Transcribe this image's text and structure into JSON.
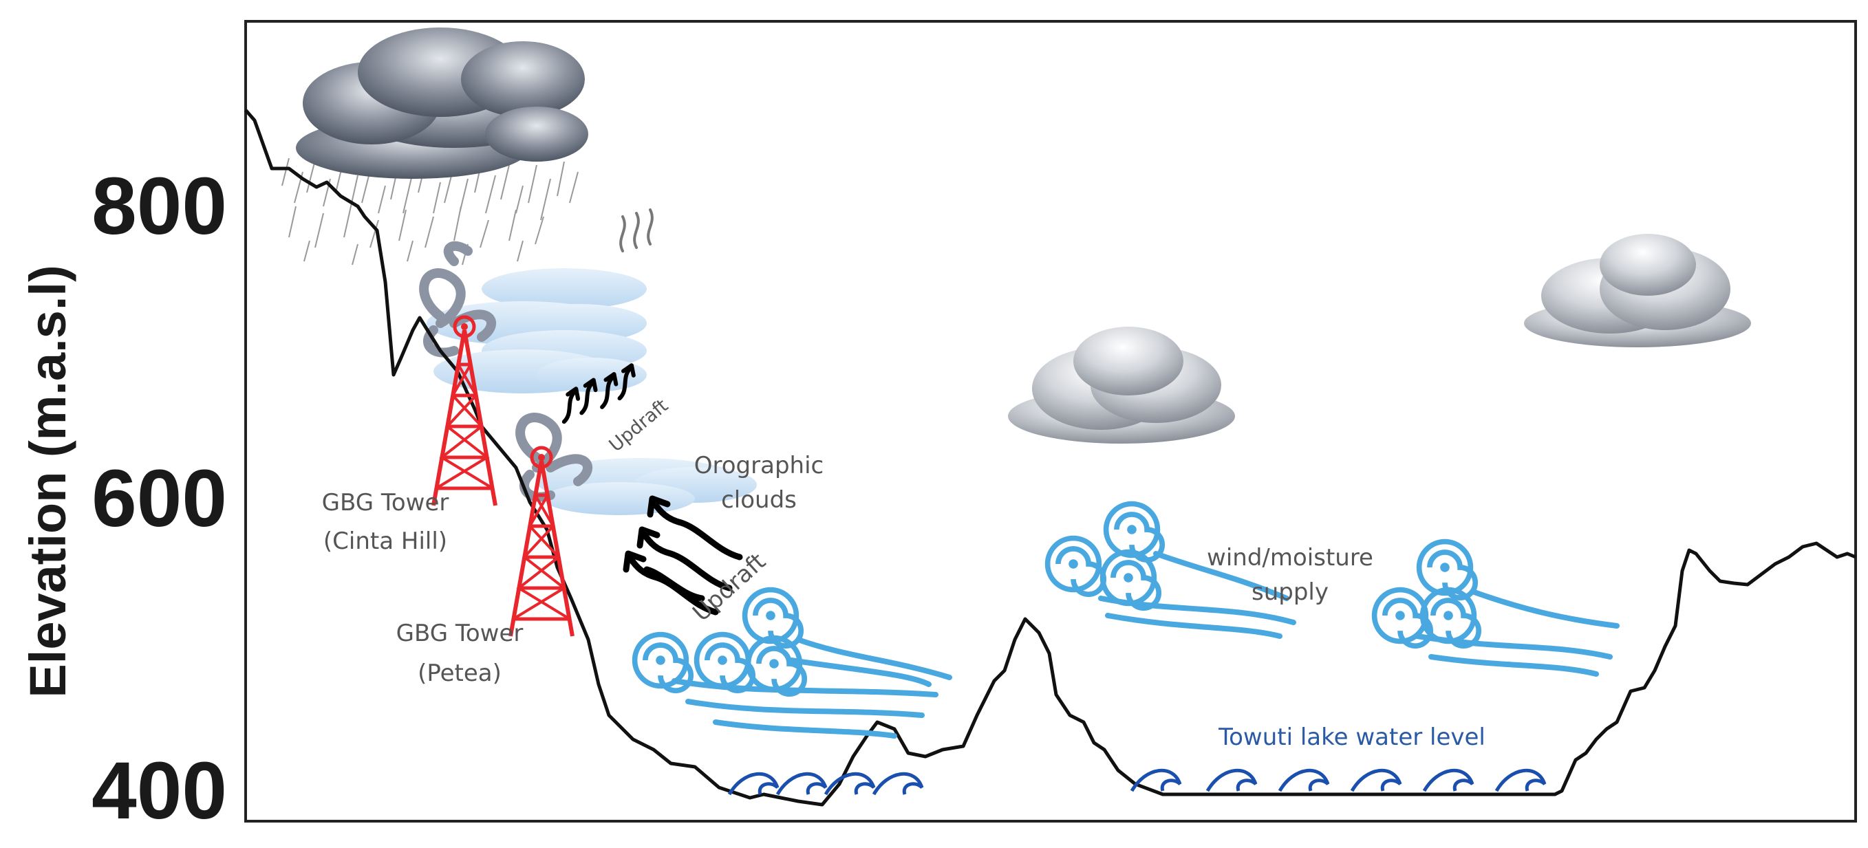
{
  "axis": {
    "ylabel": "Elevation  (m.a.s.l)",
    "ticks": [
      "800",
      "600",
      "400"
    ]
  },
  "labels": {
    "tower_cinta_line1": "GBG Tower",
    "tower_cinta_line2": "(Cinta Hill)",
    "tower_petea_line1": "GBG Tower",
    "tower_petea_line2": "(Petea)",
    "orographic_line1": "Orographic",
    "orographic_line2": "clouds",
    "updraft_upper": "Updraft",
    "updraft_lower": "Updraft",
    "wind_line1": "wind/moisture",
    "wind_line2": "supply",
    "lake": "Towuti lake water level"
  },
  "colors": {
    "terrain": "#111111",
    "tower": "#e8262c",
    "wind": "#4aa8e0",
    "water": "#1b4fae",
    "rain_cloud": "#6f7785",
    "light_cloud": "#c7dff3",
    "grey_cloud": "#a9adb4"
  },
  "icons": [
    "rain-cloud-icon",
    "tower-icon",
    "wind-swirl-icon",
    "wave-icon",
    "updraft-arrow-icon",
    "cloud-icon"
  ]
}
